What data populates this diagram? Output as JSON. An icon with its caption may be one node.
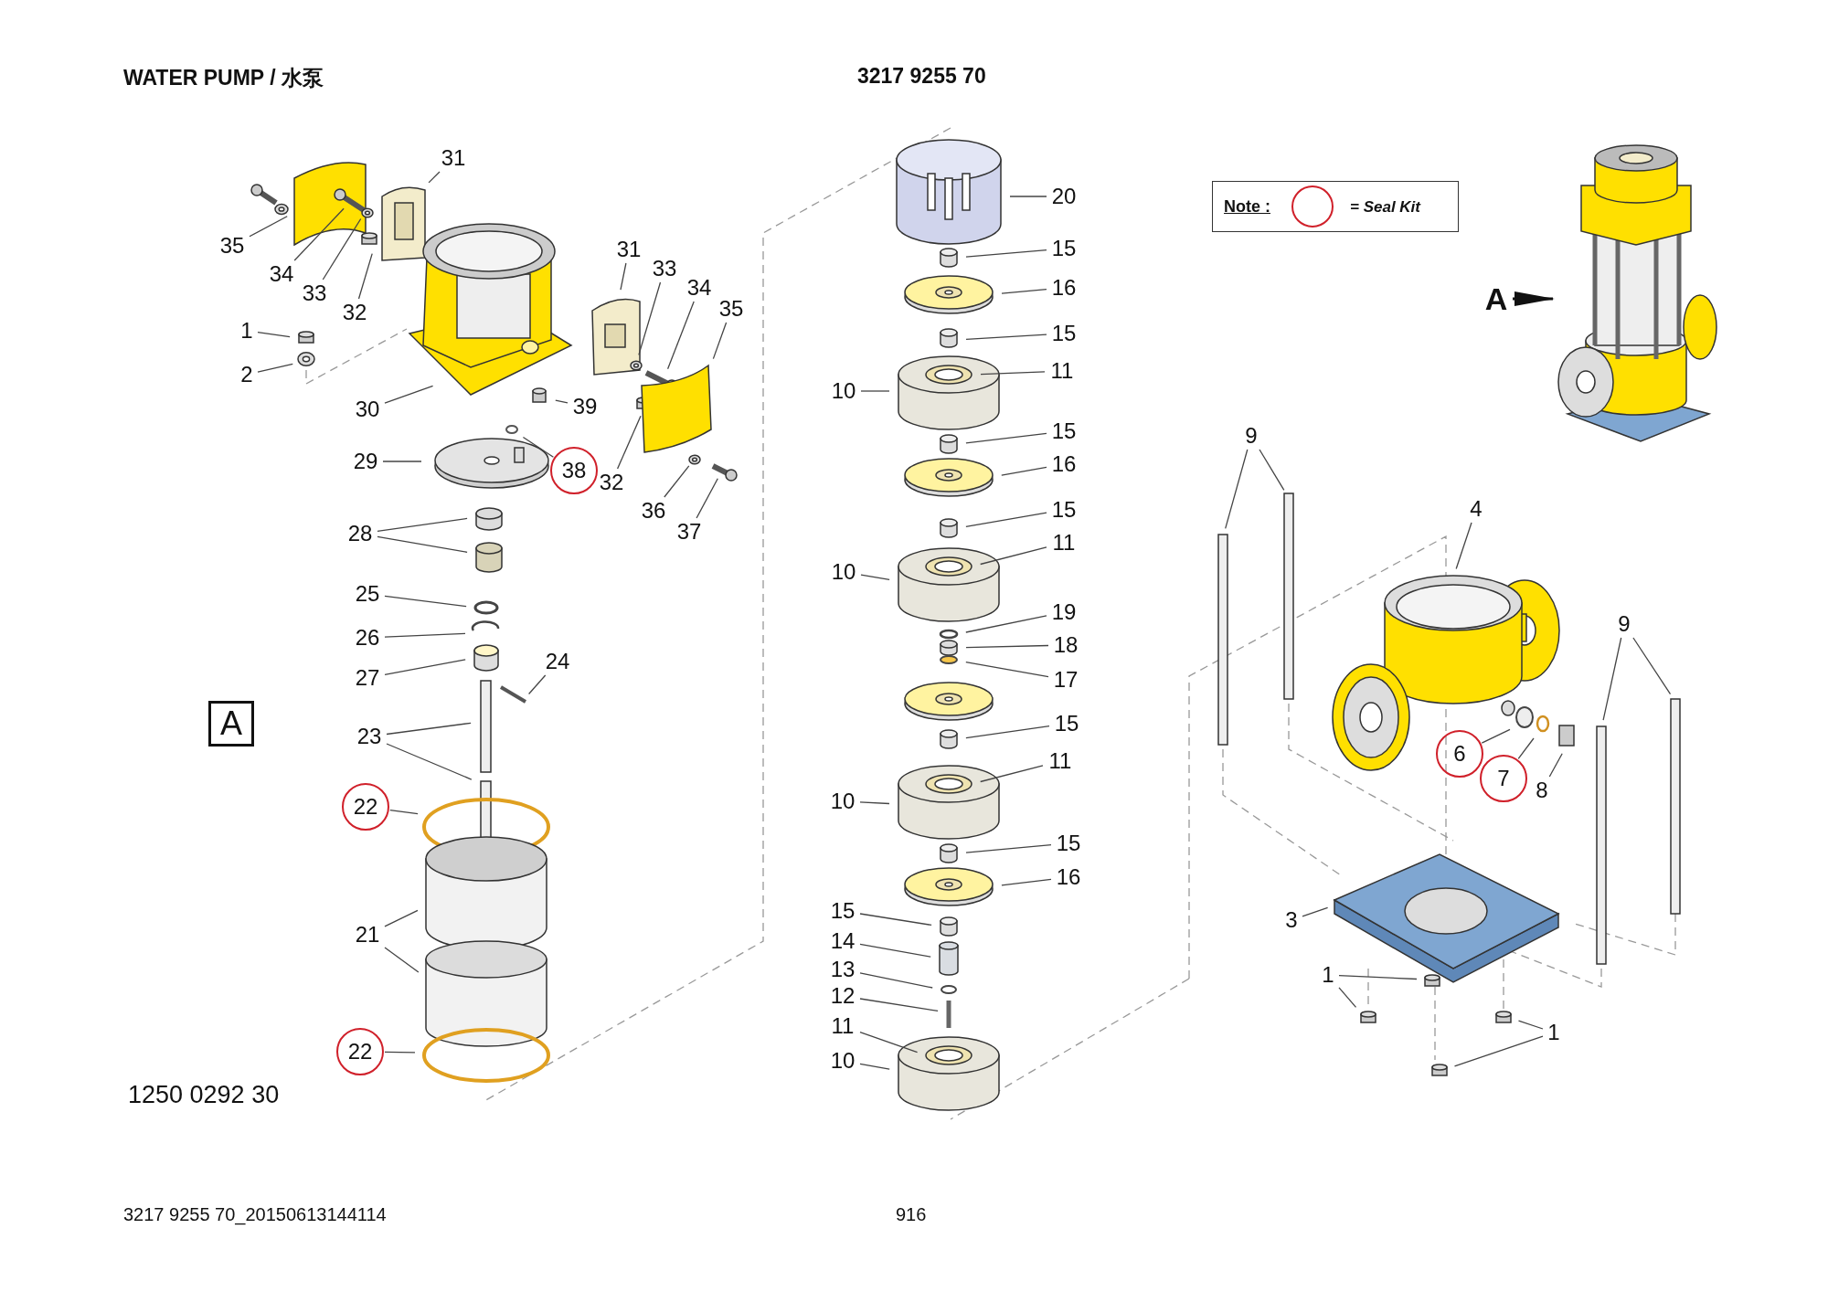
{
  "diagram": {
    "title": "WATER PUMP / 水泵",
    "nodes": [
      {
        "text": [
          "31"
        ]
      },
      {
        "text": [
          "35"
        ]
      },
      {
        "text": [
          "34"
        ]
      },
      {
        "text": [
          "33"
        ]
      },
      {
        "text": [
          "32"
        ]
      },
      {
        "text": [
          "31"
        ]
      },
      {
        "text": [
          "33"
        ]
      },
      {
        "text": [
          "34"
        ]
      },
      {
        "text": [
          "35"
        ]
      },
      {
        "text": [
          "1"
        ]
      },
      {
        "text": [
          "2"
        ]
      },
      {
        "text": [
          "30"
        ]
      },
      {
        "text": [
          "39"
        ]
      },
      {
        "text": [
          "38"
        ]
      },
      {
        "text": [
          "29"
        ]
      },
      {
        "text": [
          "32"
        ]
      },
      {
        "text": [
          "36"
        ]
      },
      {
        "text": [
          "37"
        ]
      },
      {
        "text": [
          "28"
        ]
      },
      {
        "text": [
          "25"
        ]
      },
      {
        "text": [
          "26"
        ]
      },
      {
        "text": [
          "27"
        ]
      },
      {
        "text": [
          "24"
        ]
      },
      {
        "text": [
          "23"
        ]
      },
      {
        "text": [
          "22"
        ]
      },
      {
        "text": [
          "21"
        ]
      },
      {
        "text": [
          "22"
        ]
      },
      {
        "text": [
          "A"
        ]
      },
      {
        "text": [
          "20"
        ]
      },
      {
        "text": [
          "15"
        ]
      },
      {
        "text": [
          "16"
        ]
      },
      {
        "text": [
          "15"
        ]
      },
      {
        "text": [
          "10"
        ]
      },
      {
        "text": [
          "11"
        ]
      },
      {
        "text": [
          "15"
        ]
      },
      {
        "text": [
          "16"
        ]
      },
      {
        "text": [
          "15"
        ]
      },
      {
        "text": [
          "10"
        ]
      },
      {
        "text": [
          "11"
        ]
      },
      {
        "text": [
          "19"
        ]
      },
      {
        "text": [
          "18"
        ]
      },
      {
        "text": [
          "17"
        ]
      },
      {
        "text": [
          "15"
        ]
      },
      {
        "text": [
          "10"
        ]
      },
      {
        "text": [
          "11"
        ]
      },
      {
        "text": [
          "15"
        ]
      },
      {
        "text": [
          "16"
        ]
      },
      {
        "text": [
          "15"
        ]
      },
      {
        "text": [
          "14"
        ]
      },
      {
        "text": [
          "13"
        ]
      },
      {
        "text": [
          "12"
        ]
      },
      {
        "text": [
          "11"
        ]
      },
      {
        "text": [
          "10"
        ]
      },
      {
        "text": [
          "A"
        ]
      },
      {
        "text": [],
        "shape": "picture"
      },
      {
        "text": [
          "9"
        ]
      },
      {
        "text": [
          "4"
        ]
      },
      {
        "text": [
          "9"
        ]
      },
      {
        "text": [
          "6"
        ]
      },
      {
        "text": [
          "7"
        ]
      },
      {
        "text": [
          "8"
        ]
      },
      {
        "text": [
          "3"
        ]
      },
      {
        "text": [
          "1"
        ]
      },
      {
        "text": [
          "1"
        ]
      }
    ],
    "edges": [
      {
        "from": 0,
        "to": null,
        "arrow": "none"
      },
      {
        "from": 1,
        "to": null,
        "arrow": "none"
      },
      {
        "from": 2,
        "to": null,
        "arrow": "none"
      },
      {
        "from": 3,
        "to": null,
        "arrow": "none"
      },
      {
        "from": 4,
        "to": null,
        "arrow": "none"
      },
      {
        "from": 5,
        "to": null,
        "arrow": "none"
      },
      {
        "from": 6,
        "to": null,
        "arrow": "none"
      },
      {
        "from": 7,
        "to": null,
        "arrow": "none"
      },
      {
        "from": 8,
        "to": null,
        "arrow": "none"
      },
      {
        "from": 9,
        "to": null,
        "arrow": "none"
      },
      {
        "from": 10,
        "to": null,
        "arrow": "none"
      },
      {
        "from": 11,
        "to": null,
        "arrow": "none"
      },
      {
        "from": 12,
        "to": null,
        "arrow": "none"
      },
      {
        "from": 13,
        "to": null,
        "arrow": "none"
      },
      {
        "from": 14,
        "to": null,
        "arrow": "none"
      },
      {
        "from": 15,
        "to": null,
        "arrow": "none"
      },
      {
        "from": 16,
        "to": null,
        "arrow": "none"
      },
      {
        "from": 17,
        "to": null,
        "arrow": "none"
      },
      {
        "from": 18,
        "to": null,
        "arrow": "none"
      },
      {
        "from": 18,
        "to": null,
        "arrow": "none"
      },
      {
        "from": 19,
        "to": null,
        "arrow": "none"
      },
      {
        "from": 20,
        "to": null,
        "arrow": "none"
      },
      {
        "from": 21,
        "to": null,
        "arrow": "none"
      },
      {
        "from": 22,
        "to": null,
        "arrow": "none"
      },
      {
        "from": 23,
        "to": null,
        "arrow": "none"
      },
      {
        "from": 23,
        "to": null,
        "arrow": "none"
      },
      {
        "from": 24,
        "to": null,
        "arrow": "none"
      },
      {
        "from": 25,
        "to": null,
        "arrow": "none"
      },
      {
        "from": 25,
        "to": null,
        "arrow": "none"
      },
      {
        "from": 26,
        "to": null,
        "arrow": "none"
      },
      {
        "from": 28,
        "to": null,
        "arrow": "none"
      },
      {
        "from": 29,
        "to": null,
        "arrow": "none"
      },
      {
        "from": 30,
        "to": null,
        "arrow": "none"
      },
      {
        "from": 31,
        "to": null,
        "arrow": "none"
      },
      {
        "from": 32,
        "to": null,
        "arrow": "none"
      },
      {
        "from": 33,
        "to": null,
        "arrow": "none"
      },
      {
        "from": 34,
        "to": null,
        "arrow": "none"
      },
      {
        "from": 35,
        "to": null,
        "arrow": "none"
      },
      {
        "from": 36,
        "to": null,
        "arrow": "none"
      },
      {
        "from": 37,
        "to": null,
        "arrow": "none"
      },
      {
        "from": 38,
        "to": null,
        "arrow": "none"
      },
      {
        "from": 39,
        "to": null,
        "arrow": "none"
      },
      {
        "from": 40,
        "to": null,
        "arrow": "none"
      },
      {
        "from": 41,
        "to": null,
        "arrow": "none"
      },
      {
        "from": 42,
        "to": null,
        "arrow": "none"
      },
      {
        "from": 43,
        "to": null,
        "arrow": "none"
      },
      {
        "from": 44,
        "to": null,
        "arrow": "none"
      },
      {
        "from": 45,
        "to": null,
        "arrow": "none"
      },
      {
        "from": 46,
        "to": null,
        "arrow": "none"
      },
      {
        "from": 47,
        "to": null,
        "arrow": "none"
      },
      {
        "from": 48,
        "to": null,
        "arrow": "none"
      },
      {
        "from": 49,
        "to": null,
        "arrow": "none"
      },
      {
        "from": 50,
        "to": null,
        "arrow": "none"
      },
      {
        "from": 51,
        "to": null,
        "arrow": "none"
      },
      {
        "from": 52,
        "to": null,
        "arrow": "none"
      },
      {
        "from": 53,
        "to": 54,
        "arrow": "to"
      },
      {
        "from": 55,
        "to": null,
        "arrow": "none"
      },
      {
        "from": 55,
        "to": null,
        "arrow": "none"
      },
      {
        "from": 56,
        "to": null,
        "arrow": "none"
      },
      {
        "from": 57,
        "to": null,
        "arrow": "none"
      },
      {
        "from": 57,
        "to": null,
        "arrow": "none"
      },
      {
        "from": 58,
        "to": null,
        "arrow": "none"
      },
      {
        "from": 59,
        "to": null,
        "arrow": "none"
      },
      {
        "from": 60,
        "to": null,
        "arrow": "none"
      },
      {
        "from": 61,
        "to": null,
        "arrow": "none"
      },
      {
        "from": 62,
        "to": null,
        "arrow": "none"
      },
      {
        "from": 62,
        "to": null,
        "arrow": "none"
      },
      {
        "from": 63,
        "to": null,
        "arrow": "none"
      },
      {
        "from": 63,
        "to": null,
        "arrow": "none"
      }
    ],
    "labels": [
      "3217 9255 70",
      "Note :",
      "1250 0292 30",
      "3217 9255 70_20150613144114",
      "916"
    ],
    "legend": [
      {
        "text": "= Seal Kit"
      }
    ]
  }
}
